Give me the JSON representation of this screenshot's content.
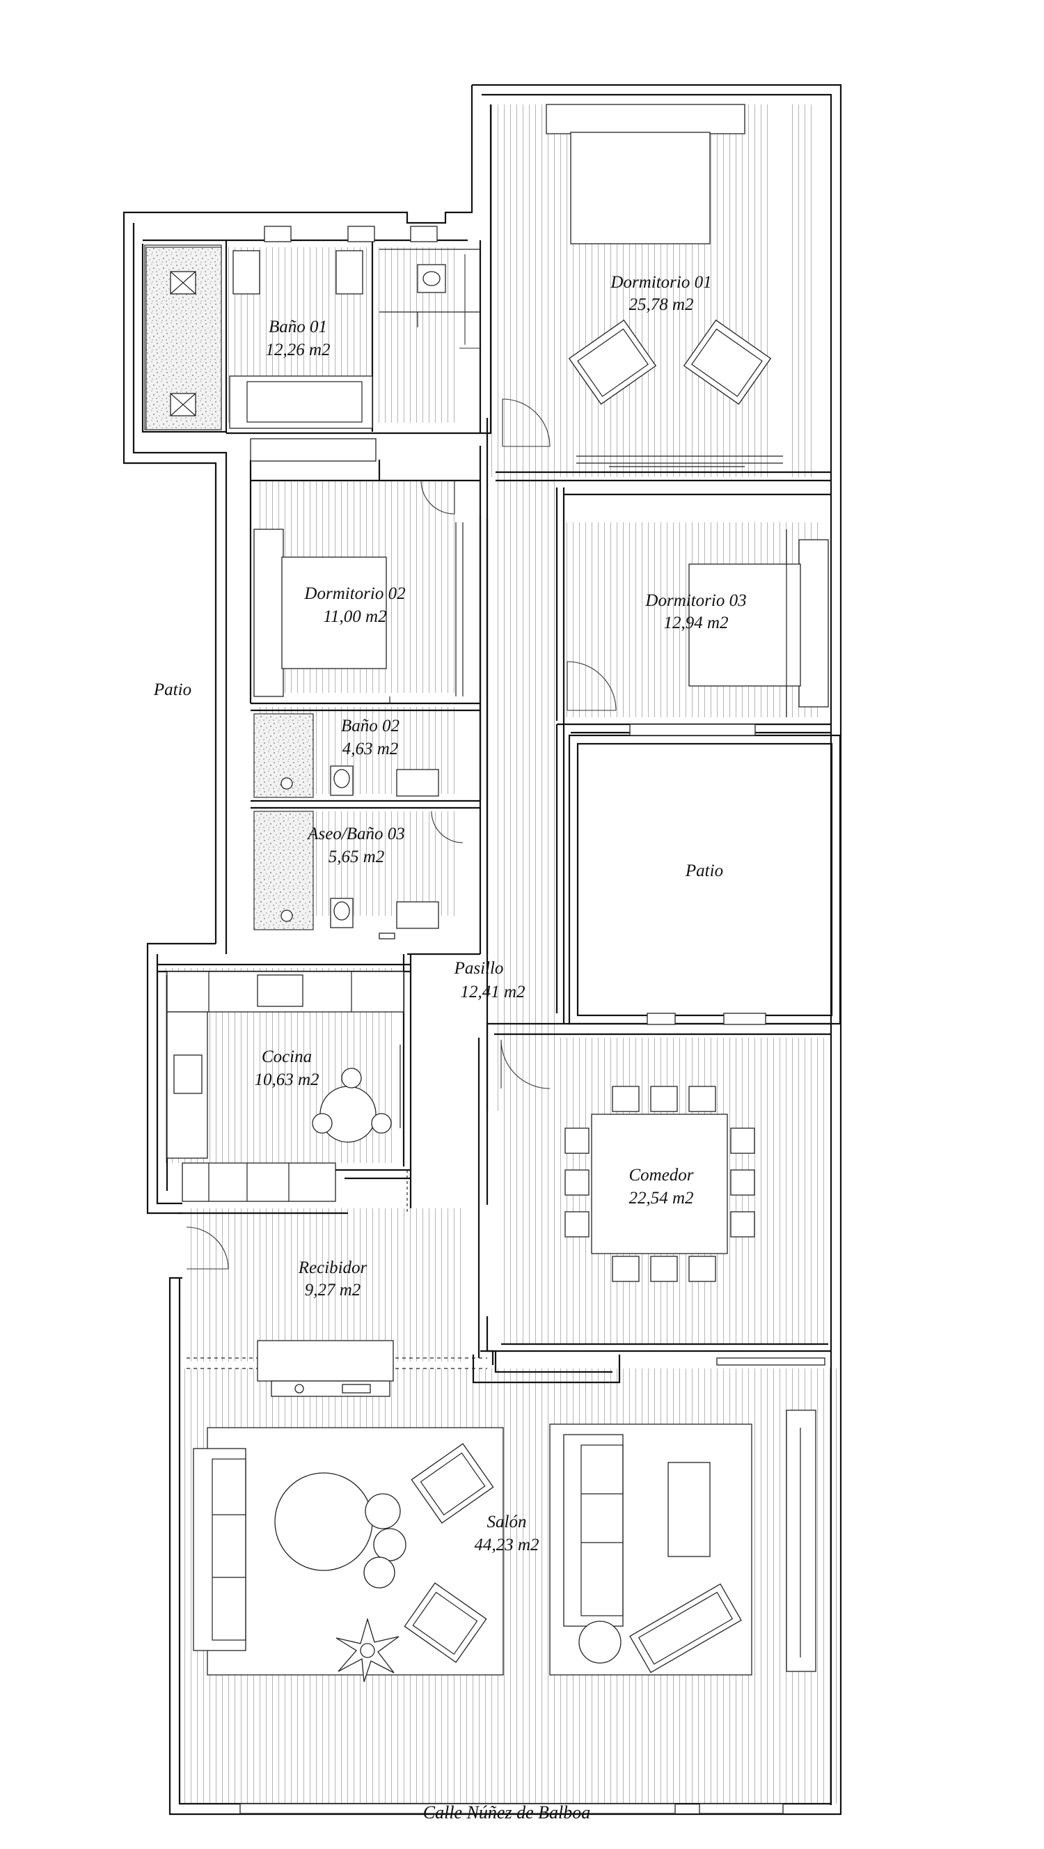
{
  "rooms": {
    "dormitorio_01": {
      "name": "Dormitorio 01",
      "area": "25,78 m2"
    },
    "bano_01": {
      "name": "Baño 01",
      "area": "12,26 m2"
    },
    "dormitorio_02": {
      "name": "Dormitorio 02",
      "area": "11,00 m2"
    },
    "dormitorio_03": {
      "name": "Dormitorio 03",
      "area": "12,94 m2"
    },
    "bano_02": {
      "name": "Baño 02",
      "area": "4,63 m2"
    },
    "aseo_bano_03": {
      "name": "Aseo/Baño 03",
      "area": "5,65 m2"
    },
    "pasillo": {
      "name": "Pasillo",
      "area": "12,41 m2"
    },
    "cocina": {
      "name": "Cocina",
      "area": "10,63 m2"
    },
    "comedor": {
      "name": "Comedor",
      "area": "22,54 m2"
    },
    "recibidor": {
      "name": "Recibidor",
      "area": "9,27 m2"
    },
    "salon": {
      "name": "Salón",
      "area": "44,23 m2"
    }
  },
  "patios": {
    "exterior": "Patio",
    "interior": "Patio"
  },
  "street": "Calle Núñez de Balboa",
  "colors": {
    "line": "#111111",
    "floor_hatch": "#b5b5b5",
    "background": "#ffffff"
  }
}
